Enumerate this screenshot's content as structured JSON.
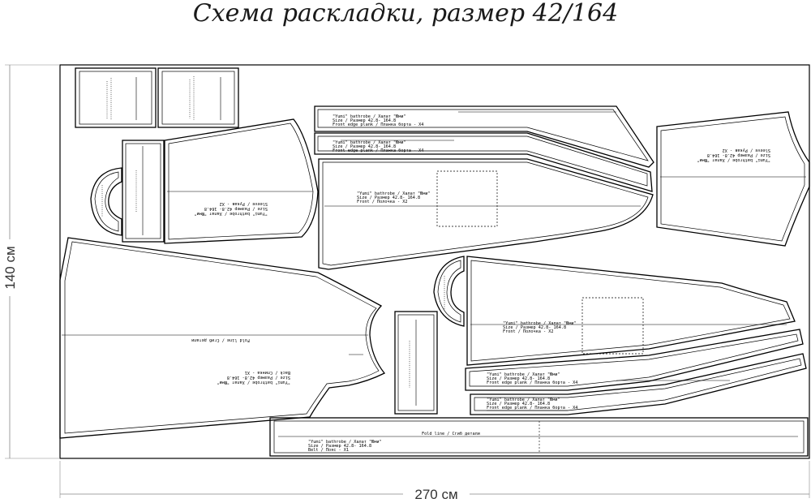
{
  "title": "Схема раскладки, размер 42/164",
  "dimensions": {
    "height": "140 см",
    "width": "270 см"
  },
  "labels": {
    "front_title": "\"Yumi\" bathrobe / Халат \"Юми\"",
    "front_size": "Size / Размер   42.8- 164.8",
    "front_piece": "Front / Полочка - X2",
    "plank_title": "\"Yumi\" bathrobe / Халат \"Юми\"",
    "plank_size": "Size / Размер   42.8- 164.8",
    "plank_piece": "Front edge plank / Планка борта - X4",
    "back_title": "\"Yumi\" bathrobe / Халат \"Юми\"",
    "back_size": "Size / Размер   42.8- 164.8",
    "back_piece": "Back / Спинка - X1",
    "fold_line": "Fold line / Сгиб детали",
    "sleeve_title": "\"Yumi\" bathrobe / Халат \"Юми\"",
    "sleeve_size": "Size / Размер   42.8- 164.8",
    "sleeve_piece": "Sleeve / Рукав - X2",
    "belt_title": "\"Yumi\" bathrobe / Халат \"Юми\"",
    "belt_size": "Size / Размер   42.8- 164.8",
    "belt_piece": "Belt / Пояс - X1",
    "belt_fold": "Fold line / Сгиб детали"
  }
}
